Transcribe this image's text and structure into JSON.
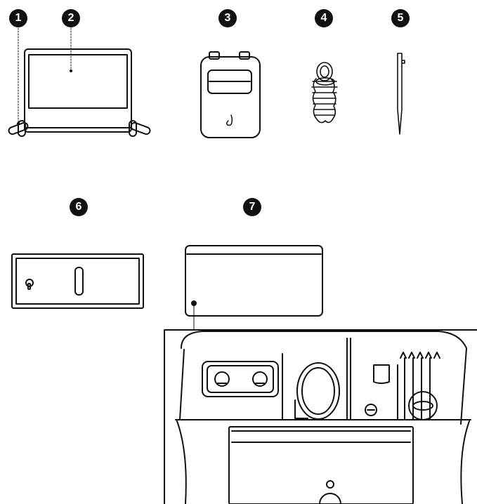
{
  "callouts": [
    "1",
    "2",
    "3",
    "4",
    "5",
    "6",
    "7"
  ],
  "colors": {
    "ink": "#111111",
    "paper": "#ffffff"
  },
  "icons": {
    "item2": "panel-frame-with-feet",
    "item3": "adapter-box",
    "item4": "coiled-rope",
    "item5": "ground-stake",
    "item6": "control-panel",
    "item7": "storage-bag"
  }
}
